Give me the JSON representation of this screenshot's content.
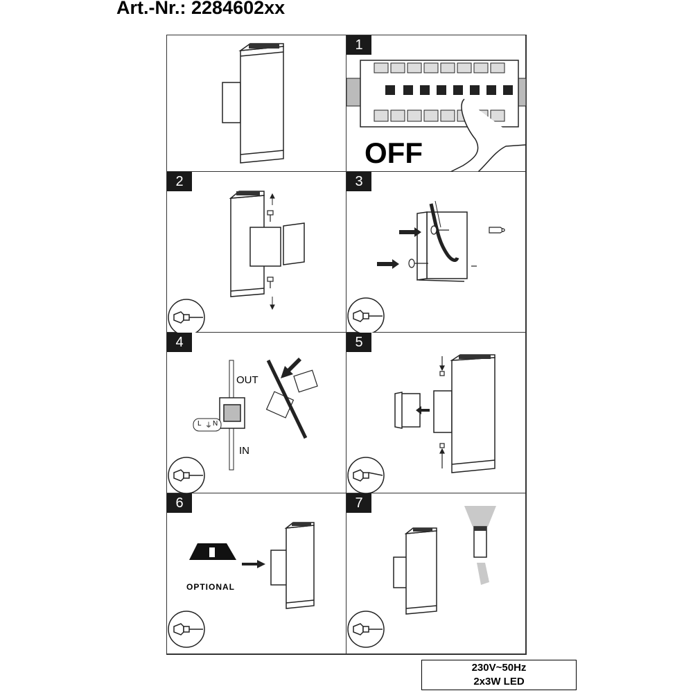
{
  "header": {
    "art_nr": "Art.-Nr.: 2284602xx"
  },
  "steps": [
    {
      "num": "1",
      "label": "OFF"
    },
    {
      "num": "2"
    },
    {
      "num": "3"
    },
    {
      "num": "4",
      "out_label": "OUT",
      "in_label": "IN",
      "terminal_l": "L",
      "terminal_n": "N"
    },
    {
      "num": "5"
    },
    {
      "num": "6",
      "optional_label": "OPTIONAL"
    },
    {
      "num": "7"
    }
  ],
  "spec": {
    "voltage": "230V~50Hz",
    "power": "2x3W LED"
  },
  "colors": {
    "ink": "#1a1a1a",
    "lamp_light": "#c9c9c9"
  },
  "icons": [
    "screwdriver-icon",
    "wall-lamp-icon",
    "circuit-breaker-icon",
    "hand-icon",
    "arrow-icon",
    "screw-icon",
    "dowel-icon",
    "junction-box-icon",
    "ground-icon",
    "light-beam-icon",
    "rain-icon"
  ]
}
